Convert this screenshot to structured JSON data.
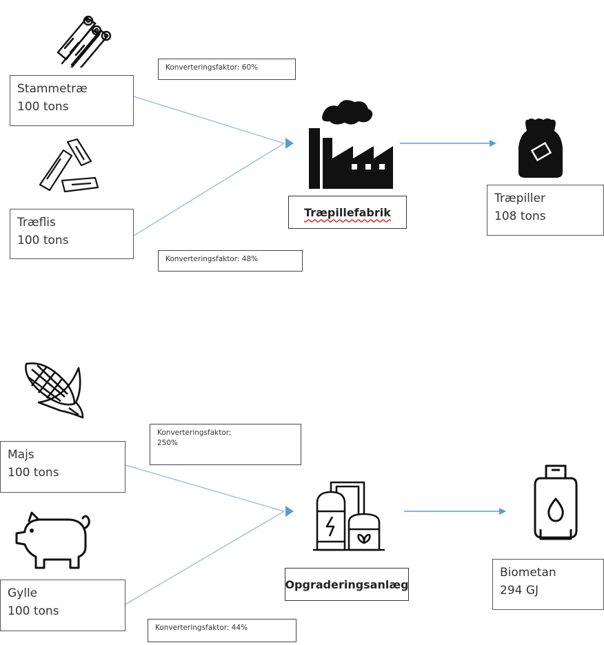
{
  "colors": {
    "connector": "#9fc1d8",
    "arrow": "#5b9bd5",
    "icon": "#111111",
    "box_border": "#555555"
  },
  "wood": {
    "inputs": [
      {
        "name": "Stammetræ",
        "qty": "100 tons",
        "icon": "log-stack-icon"
      },
      {
        "name": "Træflis",
        "qty": "100 tons",
        "icon": "wood-chips-icon"
      }
    ],
    "factors": [
      "Konverteringsfaktor: 60%",
      "Konverteringsfaktor: 48%"
    ],
    "plant": {
      "label": "Træpillefabrik",
      "icon": "factory-icon"
    },
    "output": {
      "name": "Træpiller",
      "qty": "108 tons",
      "icon": "pellet-bag-icon"
    }
  },
  "biogas": {
    "inputs": [
      {
        "name": "Majs",
        "qty": "100 tons",
        "icon": "corn-icon"
      },
      {
        "name": "Gylle",
        "qty": "100 tons",
        "icon": "pig-icon"
      }
    ],
    "factors": [
      "Konverteringsfaktor:",
      "250%",
      "Konverteringsfaktor: 44%"
    ],
    "plant": {
      "label": "Opgraderingsanlæg",
      "icon": "biogas-plant-icon"
    },
    "output": {
      "name": "Biometan",
      "qty": "294 GJ",
      "icon": "gas-cylinder-icon"
    }
  }
}
